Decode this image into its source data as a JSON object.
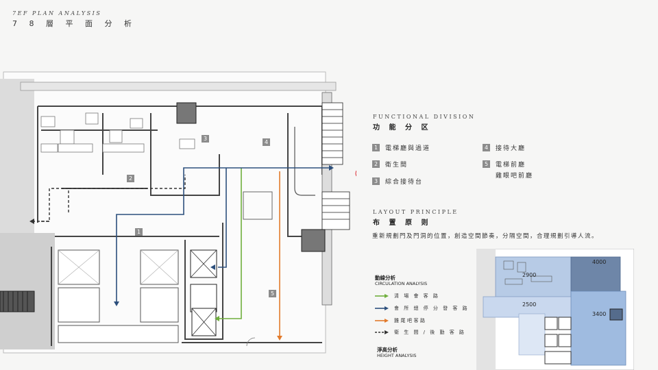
{
  "header": {
    "title_en": "7EF PLAN ANALYSIS",
    "title_cn": "7 8 層 平 面 分 析"
  },
  "functional": {
    "title_en": "FUNCTIONAL DIVISION",
    "title_cn": "功 能 分 区",
    "items": [
      {
        "num": "1",
        "label": "電梯廳與過道"
      },
      {
        "num": "2",
        "label": "衛生間"
      },
      {
        "num": "3",
        "label": "綜合接待台"
      },
      {
        "num": "4",
        "label": "接待大廳"
      },
      {
        "num": "5",
        "label": "電梯前廳",
        "sub": "雞眼吧前廳"
      }
    ]
  },
  "layout_principle": {
    "title_en": "LAYOUT PRINCIPLE",
    "title_cn": "布 置 原 则",
    "text": "重新規劃門及門洞的位置，創造空間節奏，分隔空間，合理規劃引導人流。"
  },
  "circulation": {
    "title_cn": "動線分析",
    "title_en": "CIRCULATION ANALYSIS",
    "legend": [
      {
        "label": "清 場 會 客 路",
        "color": "#6fae3c",
        "dashed": false
      },
      {
        "label": "會 所 總 停 分 發 客 路",
        "color": "#2c4f7c",
        "dashed": false
      },
      {
        "label": "雞尾吧客路",
        "color": "#e27a2b",
        "dashed": false
      },
      {
        "label": "衛 生 間 / 後 勤 客 路",
        "color": "#333333",
        "dashed": true
      }
    ]
  },
  "height": {
    "title_cn": "淨高分析",
    "title_en": "HEIGHT ANALYSIS",
    "dims": [
      "4000",
      "2900",
      "2500",
      "3400"
    ]
  },
  "plan_tags": [
    "1",
    "2",
    "3",
    "4",
    "5"
  ],
  "colors": {
    "green": "#6fae3c",
    "blue": "#2c4f7c",
    "orange": "#e27a2b",
    "marker": "#d9202a"
  }
}
